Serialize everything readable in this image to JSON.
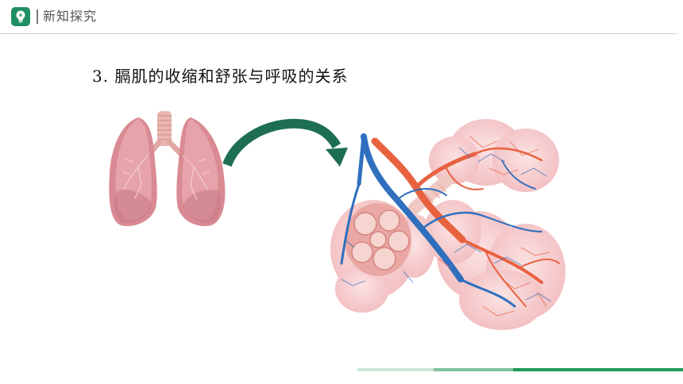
{
  "header": {
    "title": "新知探究",
    "logo_icon": "lightbulb-icon",
    "brand_color": "#1f8f63"
  },
  "main": {
    "title": "3. 膈肌的收缩和舒张与呼吸的关系"
  },
  "images": {
    "lungs": "lungs-illustration",
    "arrow": "curved-arrow-icon",
    "alveoli": "alveoli-with-capillaries-illustration"
  },
  "colors": {
    "arrow": "#1e6f52",
    "artery": "#e8623f",
    "vein": "#2f6fbe",
    "footer_dark": "#1f9a5a",
    "footer_mid": "#7fc39c",
    "footer_light": "#c9e6d6"
  }
}
